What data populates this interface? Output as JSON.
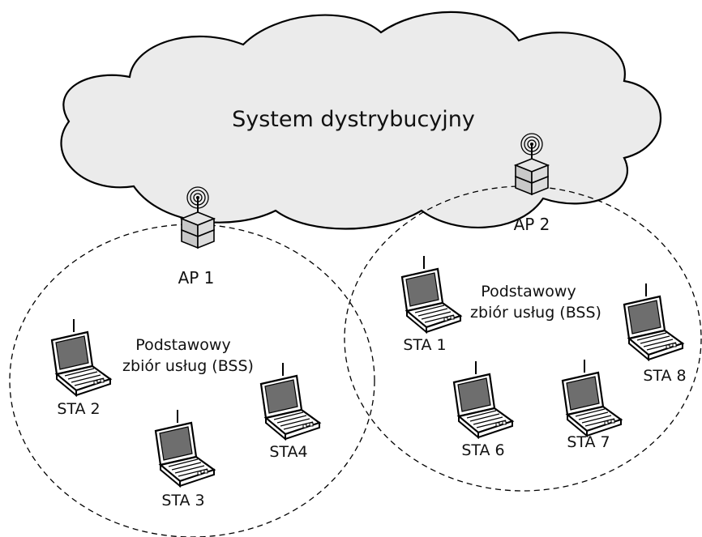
{
  "cloud": {
    "label": "System dystrybucyjny"
  },
  "access_points": [
    {
      "id": "ap1",
      "label": "AP 1"
    },
    {
      "id": "ap2",
      "label": "AP 2"
    }
  ],
  "bss": [
    {
      "id": "bss1",
      "label_line1": "Podstawowy",
      "label_line2": "zbiór usług (BSS)"
    },
    {
      "id": "bss2",
      "label_line1": "Podstawowy",
      "label_line2": "zbiór usług (BSS)"
    }
  ],
  "stations": [
    {
      "id": "sta1",
      "label": "STA 1"
    },
    {
      "id": "sta2",
      "label": "STA 2"
    },
    {
      "id": "sta3",
      "label": "STA 3"
    },
    {
      "id": "sta4",
      "label": "STA4"
    },
    {
      "id": "sta6",
      "label": "STA 6"
    },
    {
      "id": "sta7",
      "label": "STA 7"
    },
    {
      "id": "sta8",
      "label": "STA 8"
    }
  ],
  "colors": {
    "cloud_fill": "#ebebeb",
    "outline": "#000000",
    "screen": "#6e6e6e",
    "ap_box": "#c8c8c8"
  }
}
